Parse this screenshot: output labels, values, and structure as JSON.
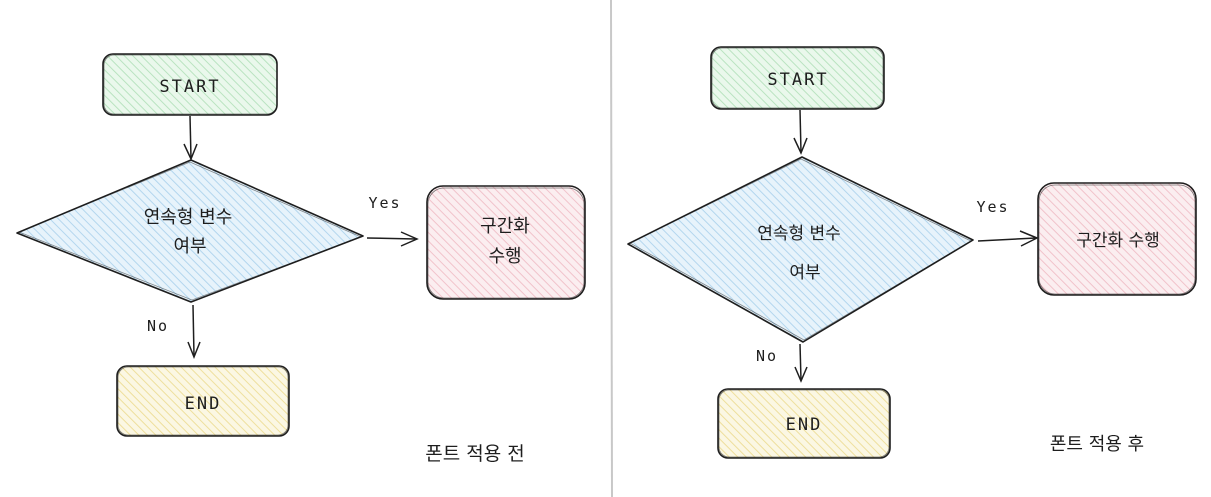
{
  "left_panel": {
    "start_label": "START",
    "decision_lines": [
      "연속형 변수",
      "여부"
    ],
    "yes_label": "Yes",
    "process_lines": [
      "구간화",
      "수행"
    ],
    "no_label": "No",
    "end_label": "END",
    "caption": "폰트 적용 전"
  },
  "right_panel": {
    "start_label": "START",
    "decision_lines": [
      "연속형 변수",
      "여부"
    ],
    "yes_label": "Yes",
    "process_lines": [
      "구간화 수행"
    ],
    "no_label": "No",
    "end_label": "END",
    "caption": "폰트 적용 후"
  },
  "colors": {
    "start_fill": "#d3f0d8",
    "decision_fill": "#cfe6f7",
    "process_fill": "#f8dbe0",
    "end_fill": "#f7efc4",
    "stroke": "#1e1e1e",
    "divider": "#c8c8c8"
  }
}
